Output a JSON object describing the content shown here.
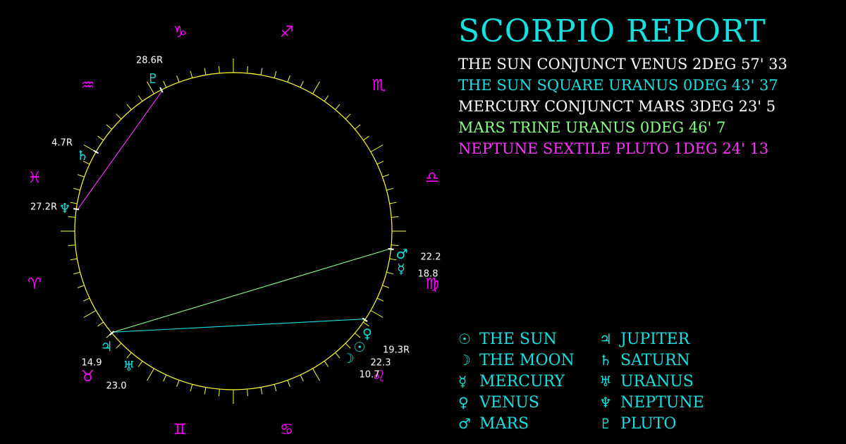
{
  "title": "SCORPIO REPORT",
  "colors": {
    "background": "#000000",
    "wheel": "#ffff33",
    "zodiac": "#ff00ff",
    "planet": "#18e0e0",
    "degree_label": "#ffffff"
  },
  "aspects": [
    {
      "text": "THE SUN CONJUNCT VENUS 2DEG 57' 33",
      "color": "#ffffff"
    },
    {
      "text": "THE SUN SQUARE URANUS 0DEG 43' 37",
      "color": "#18e0e0"
    },
    {
      "text": "MERCURY CONJUNCT MARS 3DEG 23' 5",
      "color": "#ffffff"
    },
    {
      "text": "MARS TRINE URANUS 0DEG 46' 7",
      "color": "#88ff88"
    },
    {
      "text": "NEPTUNE SEXTILE PLUTO 1DEG 24' 13",
      "color": "#ff33ff"
    }
  ],
  "legend": [
    {
      "glyph": "☉",
      "label": "THE SUN",
      "icon": "sun-icon"
    },
    {
      "glyph": "♃",
      "label": "JUPITER",
      "icon": "jupiter-icon"
    },
    {
      "glyph": "☽",
      "label": "THE MOON",
      "icon": "moon-icon"
    },
    {
      "glyph": "♄",
      "label": "SATURN",
      "icon": "saturn-icon"
    },
    {
      "glyph": "☿",
      "label": "MERCURY",
      "icon": "mercury-icon"
    },
    {
      "glyph": "♅",
      "label": "URANUS",
      "icon": "uranus-icon"
    },
    {
      "glyph": "♀",
      "label": "VENUS",
      "icon": "venus-icon"
    },
    {
      "glyph": "♆",
      "label": "NEPTUNE",
      "icon": "neptune-icon"
    },
    {
      "glyph": "♂",
      "label": "MARS",
      "icon": "mars-icon"
    },
    {
      "glyph": "♇",
      "label": "PLUTO",
      "icon": "pluto-icon"
    }
  ],
  "zodiac_signs": [
    {
      "glyph": "♑",
      "name": "capricorn-icon"
    },
    {
      "glyph": "♐",
      "name": "sagittarius-icon"
    },
    {
      "glyph": "♏",
      "name": "scorpio-icon"
    },
    {
      "glyph": "♎",
      "name": "libra-icon"
    },
    {
      "glyph": "♍",
      "name": "virgo-icon"
    },
    {
      "glyph": "♌",
      "name": "leo-icon"
    },
    {
      "glyph": "♋",
      "name": "cancer-icon"
    },
    {
      "glyph": "♊",
      "name": "gemini-icon"
    },
    {
      "glyph": "♉",
      "name": "taurus-icon"
    },
    {
      "glyph": "♈",
      "name": "aries-icon"
    },
    {
      "glyph": "♓",
      "name": "pisces-icon"
    },
    {
      "glyph": "♒",
      "name": "aquarius-icon"
    }
  ],
  "planets": [
    {
      "name": "mars",
      "glyph": "♂",
      "degree": "22.2"
    },
    {
      "name": "mercury",
      "glyph": "☿",
      "degree": "18.8"
    },
    {
      "name": "venus",
      "glyph": "♀",
      "degree": "19.3R"
    },
    {
      "name": "sun",
      "glyph": "☉",
      "degree": "22.3"
    },
    {
      "name": "moon",
      "glyph": "☽",
      "degree": "10.7"
    },
    {
      "name": "jupiter",
      "glyph": "♃",
      "degree": "14.9"
    },
    {
      "name": "uranus",
      "glyph": "♅",
      "degree": "23.0"
    },
    {
      "name": "neptune",
      "glyph": "♆",
      "degree": "27.2R"
    },
    {
      "name": "saturn",
      "glyph": "♄",
      "degree": "4.7R"
    },
    {
      "name": "pluto",
      "glyph": "♇",
      "degree": "28.6R"
    }
  ],
  "aspect_lines": [
    {
      "from": "sun",
      "to": "uranus",
      "color": "#18e0e0"
    },
    {
      "from": "mars",
      "to": "uranus",
      "color": "#88ff88"
    },
    {
      "from": "neptune",
      "to": "pluto",
      "color": "#ff33ff"
    },
    {
      "from": "sun",
      "to": "venus",
      "color": "#ffffff"
    },
    {
      "from": "mercury",
      "to": "mars",
      "color": "#ffffff"
    }
  ]
}
